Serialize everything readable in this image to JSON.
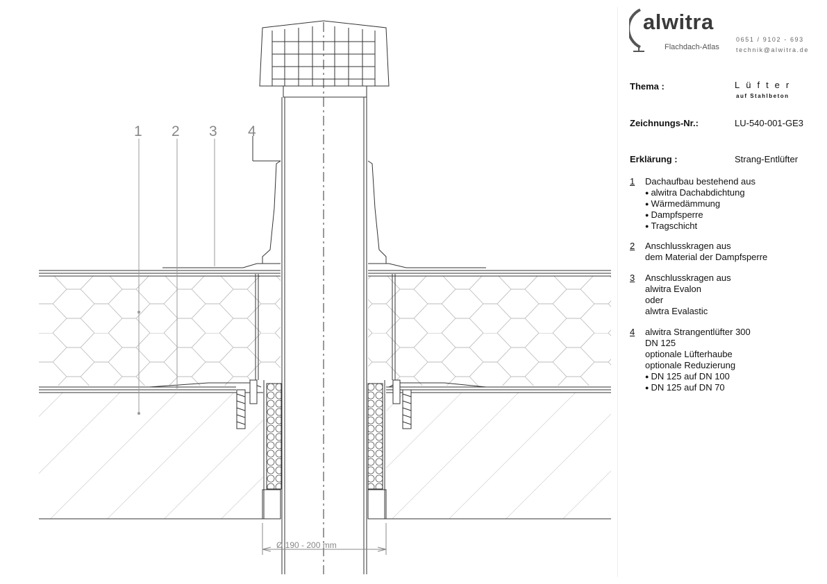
{
  "brand": {
    "name": "alwitra",
    "subtitle": "Flachdach-Atlas",
    "phone": "0651 / 9102 - 693",
    "email": "technik@alwitra.de"
  },
  "info": {
    "topic_label": "Thema :",
    "topic_value": "Lüfter",
    "topic_sub": "auf Stahlbeton",
    "drawing_no_label": "Zeichnungs-Nr.:",
    "drawing_no_value": "LU-540-001-GE3",
    "explanation_label": "Erklärung :",
    "explanation_value": "Strang-Entlüfter"
  },
  "legend": [
    {
      "number": "1",
      "lines": [
        "Dachaufbau bestehend aus"
      ],
      "bullets": [
        "alwitra Dachabdichtung",
        "Wärmedämmung",
        "Dampfsperre",
        "Tragschicht"
      ]
    },
    {
      "number": "2",
      "lines": [
        "Anschlusskragen aus",
        "dem Material der Dampfsperre"
      ],
      "bullets": []
    },
    {
      "number": "3",
      "lines": [
        "Anschlusskragen aus",
        "alwitra Evalon",
        "oder",
        "alwtra Evalastic"
      ],
      "bullets": []
    },
    {
      "number": "4",
      "lines": [
        "alwitra Strangentlüfter 300",
        "DN 125",
        "optionale Lüfterhaube",
        "optionale Reduzierung"
      ],
      "bullets": [
        "DN 125 auf DN 100",
        "DN 125 auf DN 70"
      ]
    }
  ],
  "drawing": {
    "callouts": [
      "1",
      "2",
      "3",
      "4"
    ],
    "dimension": "Ø 190 - 200 mm"
  }
}
